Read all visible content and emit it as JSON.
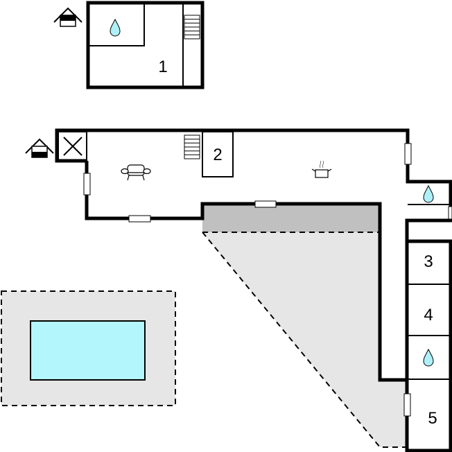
{
  "title": "Floor plan",
  "colors": {
    "wall": "#000000",
    "terrace_dark": "#c0c0c0",
    "terrace_light": "#e6e6e6",
    "pool": "#b3f6fb",
    "drop": "#aef0f8"
  },
  "rooms": [
    {
      "label": "1"
    },
    {
      "label": "2"
    },
    {
      "label": "3"
    },
    {
      "label": "4"
    },
    {
      "label": "5"
    }
  ],
  "icons": [
    "entrance-icon",
    "water-drop-icon",
    "stairs-icon",
    "sofa-icon",
    "cooking-pot-icon",
    "window-icon",
    "pool",
    "terrace"
  ]
}
